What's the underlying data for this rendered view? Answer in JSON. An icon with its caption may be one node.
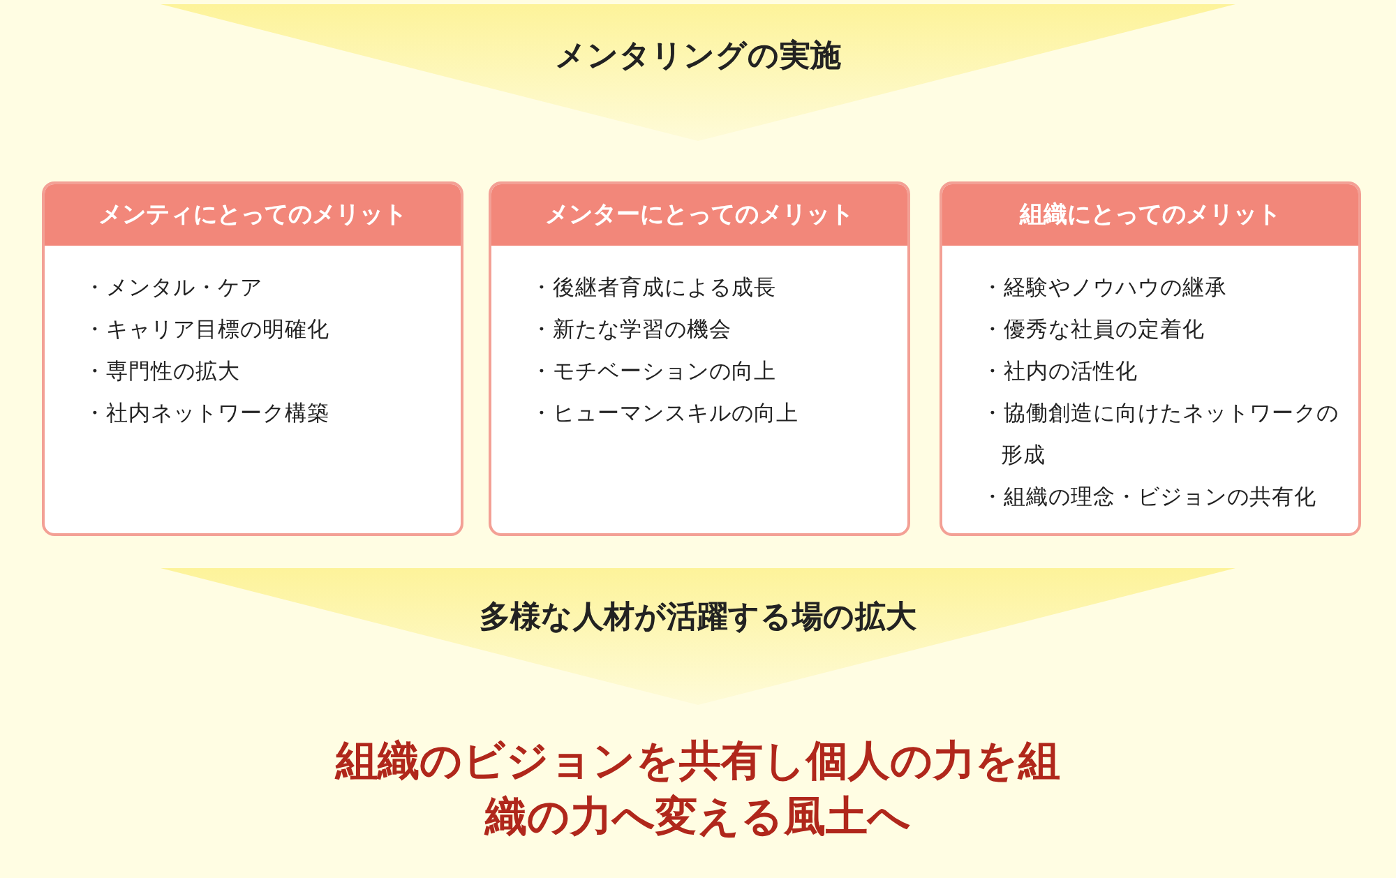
{
  "diagram": {
    "nodes": [
      {
        "text": [
          "メンタリングの実施"
        ]
      },
      {
        "text": [
          "メンティにとってのメリット",
          "・メンタル・ケア",
          "・キャリア目標の明確化",
          "・専門性の拡大",
          "・社内ネットワーク構築"
        ]
      },
      {
        "text": [
          "メンターにとってのメリット",
          "・後継者育成による成長",
          "・新たな学習の機会",
          "・モチベーションの向上",
          "・ヒューマンスキルの向上"
        ]
      },
      {
        "text": [
          "組織にとってのメリット",
          "・経験やノウハウの継承",
          "・優秀な社員の定着化",
          "・社内の活性化",
          "・協働創造に向けたネットワークの形成",
          "・組織の理念・ビジョンの共有化"
        ]
      },
      {
        "text": [
          "多様な人材が活躍する場の拡大"
        ]
      }
    ],
    "labels": [
      "組織のビジョンを共有し個人の力を組織の力へ変える風土へ"
    ]
  }
}
